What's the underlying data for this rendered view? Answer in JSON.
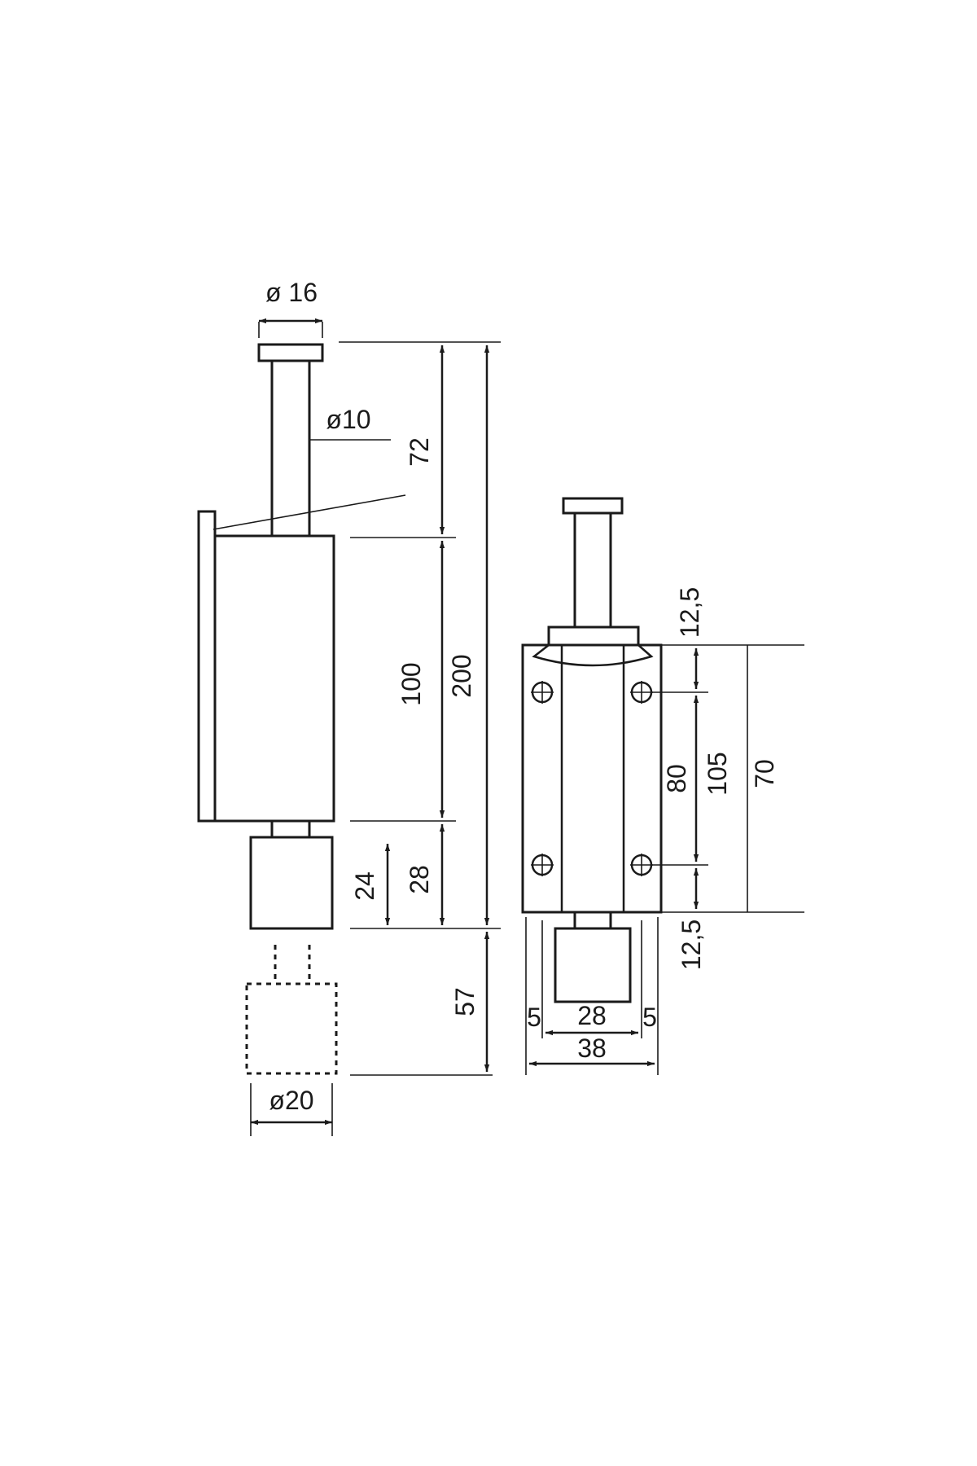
{
  "dimensions": {
    "side_view": {
      "knob_diameter": "ø 16",
      "rod_diameter": "ø10",
      "rod_length": "72",
      "body_length": "100",
      "total_length": "200",
      "foot_height": "24",
      "foot_offset": "28",
      "extension": "57",
      "foot_diameter": "ø20"
    },
    "front_view": {
      "top_margin": "12,5",
      "hole_spacing": "105",
      "body_height": "80",
      "plate_height": "70",
      "bottom_margin": "12,5",
      "left_edge": "5",
      "inner_width": "28",
      "right_edge": "5",
      "total_width": "38"
    }
  }
}
